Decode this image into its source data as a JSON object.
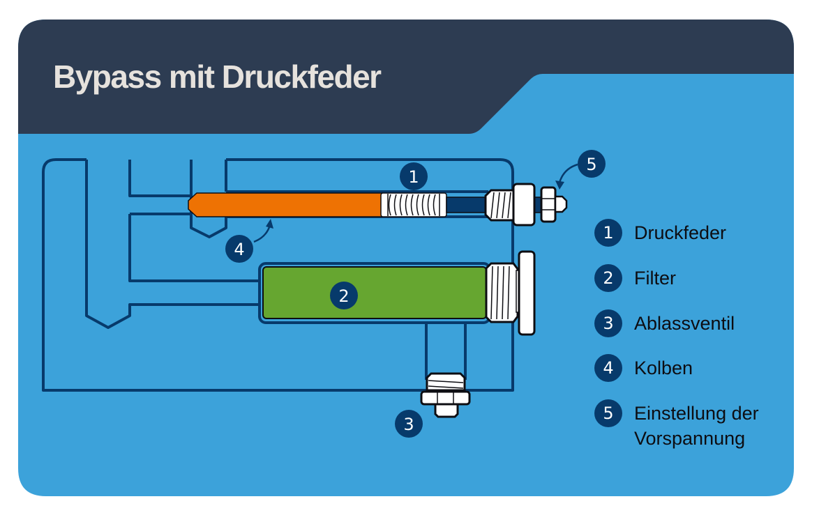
{
  "title": "Bypass mit Druckfeder",
  "colors": {
    "header_bg": "#2d3c52",
    "panel_bg": "#3ca2da",
    "outline": "#073a6b",
    "piston": "#ee7203",
    "filter": "#66a630",
    "metal": "#ffffff",
    "title_text": "#e6e2dd"
  },
  "diagram_badges": [
    {
      "number": "1",
      "target": "spring"
    },
    {
      "number": "2",
      "target": "filter"
    },
    {
      "number": "3",
      "target": "drain-valve"
    },
    {
      "number": "4",
      "target": "piston"
    },
    {
      "number": "5",
      "target": "preload-nut"
    }
  ],
  "legend": [
    {
      "number": "1",
      "label": "Druckfeder"
    },
    {
      "number": "2",
      "label": "Filter"
    },
    {
      "number": "3",
      "label": "Ablassventil"
    },
    {
      "number": "4",
      "label": "Kolben"
    },
    {
      "number": "5",
      "label": "Einstellung der\nVorspannung"
    }
  ]
}
